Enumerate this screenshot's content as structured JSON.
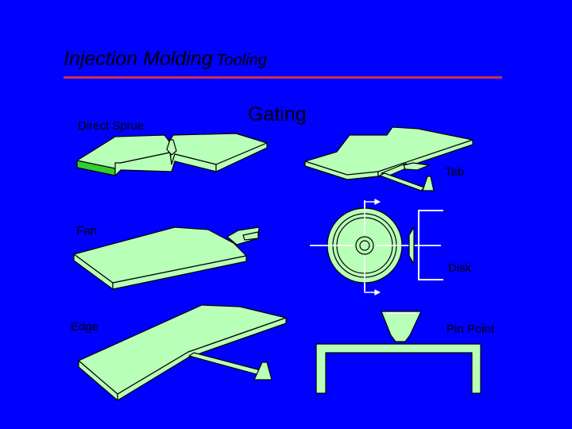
{
  "slide": {
    "title_main": "Injection Molding",
    "title_sub": "Tooling",
    "heading": "Gating",
    "labels": {
      "direct_sprue": "Direct Sprue",
      "tab": "Tab",
      "fan": "Fan",
      "disk": "Disk",
      "edge": "Edge",
      "pin_point": "Pin Point"
    }
  },
  "colors": {
    "background": "#0000ff",
    "part_fill": "#b8ffb8",
    "part_side": "#33cc33",
    "outline": "#000000",
    "rule": "#c8324a"
  }
}
